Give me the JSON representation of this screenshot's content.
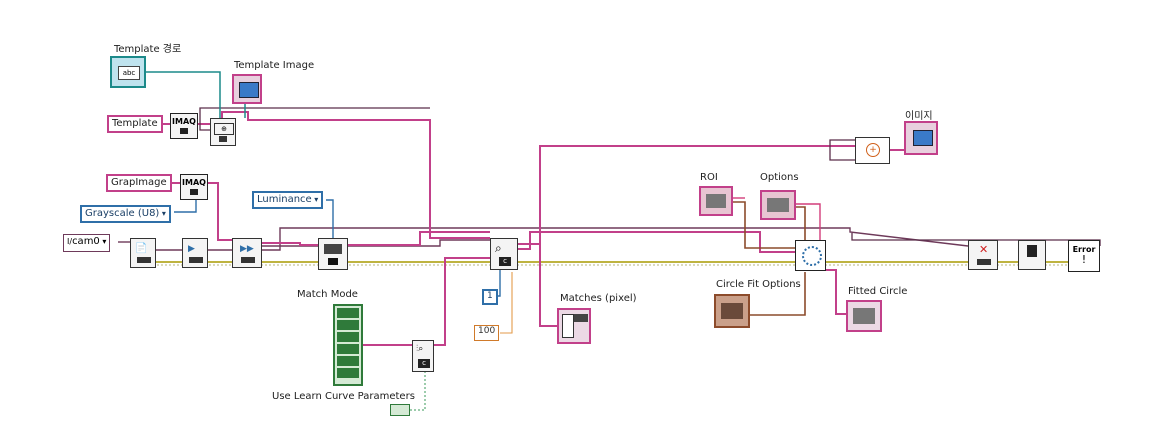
{
  "labels": {
    "template_path": "Template 경로",
    "template_image": "Template Image",
    "image_out": "이미지",
    "roi": "ROI",
    "options": "Options",
    "circle_fit_options": "Circle Fit Options",
    "fitted_circle": "Fitted Circle",
    "matches": "Matches (pixel)",
    "match_mode": "Match Mode",
    "use_learn_curve": "Use Learn Curve Parameters"
  },
  "constants": {
    "template_name": "Template",
    "grab_name": "GrapImage",
    "image_type": "Grayscale (U8)",
    "color_plane": "Luminance",
    "camera": "cam0",
    "num_matches": "1",
    "min_score": "100"
  },
  "nodes": {
    "imaq_1": "IMAQ",
    "imaq_2": "IMAQ",
    "error": "Error"
  },
  "colors": {
    "image_wire": "#c2408a",
    "path_wire": "#1c8a8a",
    "error_wire": "#a89a00",
    "cluster_wire": "#8c4b2b",
    "int_wire": "#2f6fa8",
    "numeric_wire": "#e39a4a"
  }
}
